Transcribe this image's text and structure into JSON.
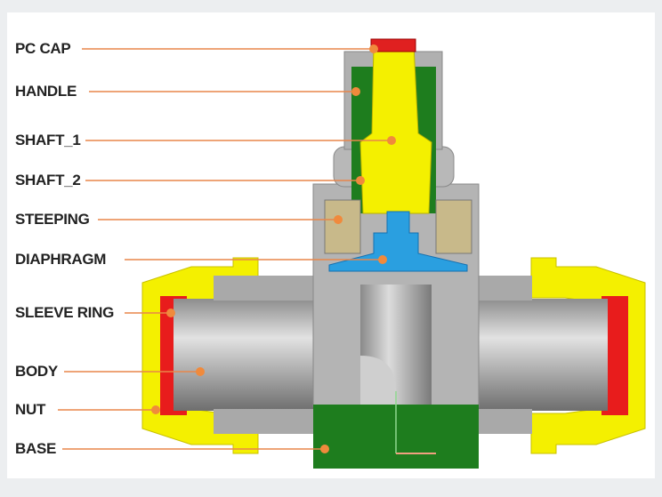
{
  "title": "Valve cross-section diagram",
  "colors": {
    "leader": "#e8864a",
    "dot": "#f08a3c",
    "yellow": "#f4f000",
    "green": "#1e7d1e",
    "blue": "#2a9fe0",
    "red": "#e81c1c",
    "gray": "#b8b8b8"
  },
  "labels": [
    {
      "text": "PC CAP"
    },
    {
      "text": "HANDLE"
    },
    {
      "text": "SHAFT_1"
    },
    {
      "text": "SHAFT_2"
    },
    {
      "text": "STEEPING"
    },
    {
      "text": "DIAPHRAGM"
    },
    {
      "text": "SLEEVE RING"
    },
    {
      "text": "BODY"
    },
    {
      "text": "NUT"
    },
    {
      "text": "BASE"
    }
  ]
}
